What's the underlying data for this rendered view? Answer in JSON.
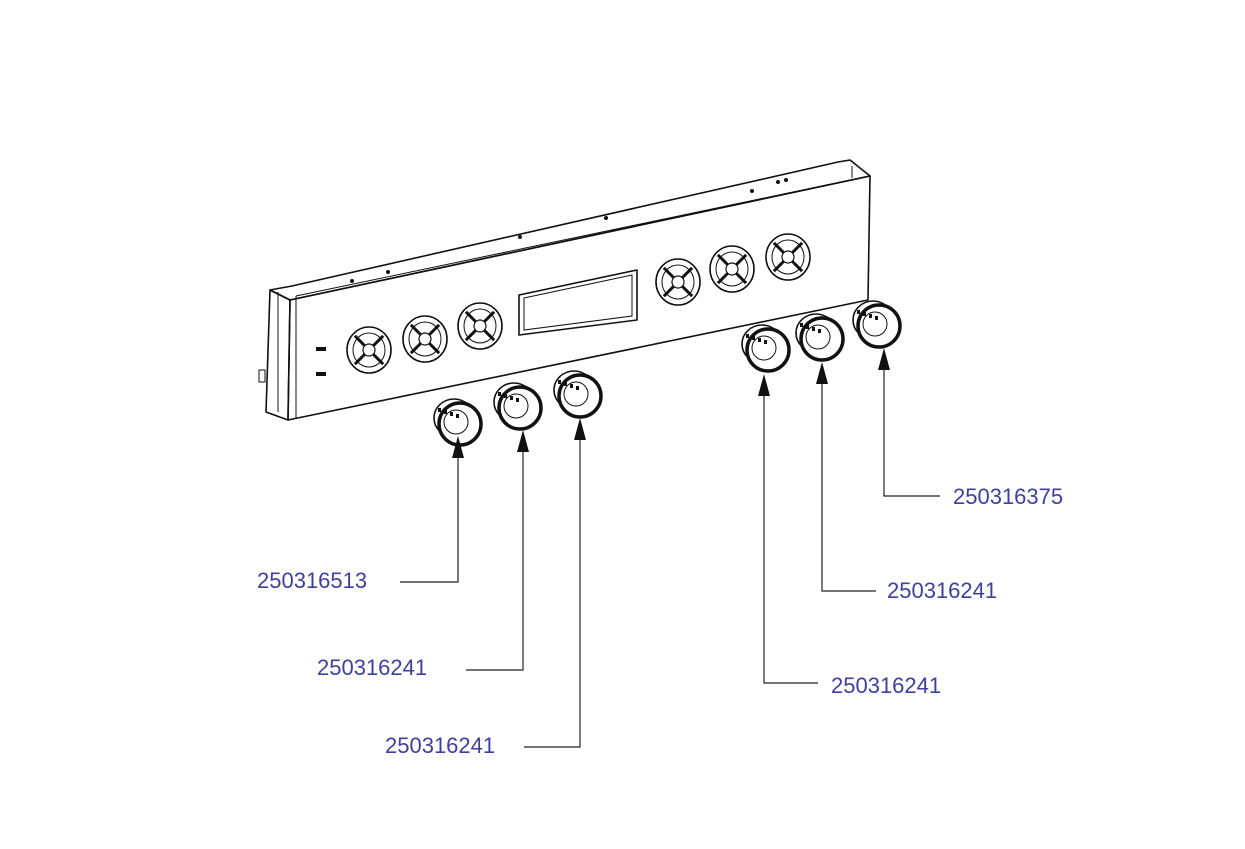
{
  "callouts": [
    {
      "id": "c1",
      "part_number": "250316513"
    },
    {
      "id": "c2",
      "part_number": "250316241"
    },
    {
      "id": "c3",
      "part_number": "250316241"
    },
    {
      "id": "c4",
      "part_number": "250316241"
    },
    {
      "id": "c5",
      "part_number": "250316241"
    },
    {
      "id": "c6",
      "part_number": "250316375"
    }
  ],
  "colors": {
    "label": "#3f3fa0",
    "line": "#222222"
  }
}
